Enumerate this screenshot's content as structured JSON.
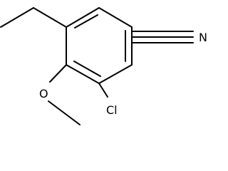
{
  "molecule": {
    "atoms": {
      "nitrogen": "N",
      "chlorine": "Cl",
      "oxygen": "O"
    },
    "bond_color": "#000000",
    "background": "#ffffff"
  }
}
